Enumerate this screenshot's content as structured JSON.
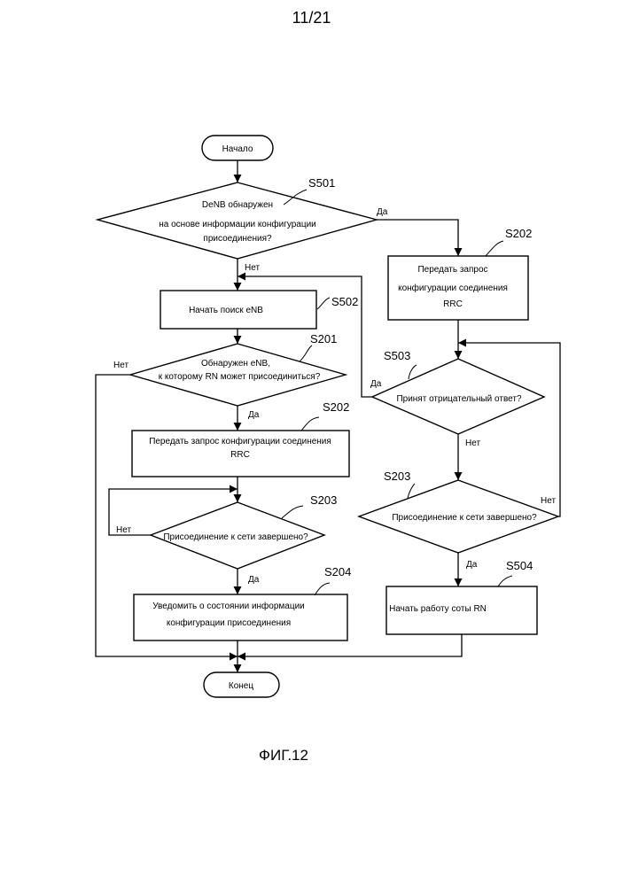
{
  "page_number": "11/21",
  "figure_caption": "ФИГ.12",
  "nodes": {
    "start": "Начало",
    "s501": {
      "label": "S501",
      "line1": "DeNB обнаружен",
      "line2": "на основе информации конфигурации",
      "line3": "присоединения?"
    },
    "s502": {
      "label": "S502",
      "text": "Начать поиск eNB"
    },
    "s201": {
      "label": "S201",
      "line1": "Обнаружен eNB,",
      "line2": "к которому RN может присоединиться?"
    },
    "s202_left": {
      "label": "S202",
      "line1": "Передать запрос конфигурации соединения",
      "line2": "RRC"
    },
    "s203_left": {
      "label": "S203",
      "text": "Присоединение к сети завершено?"
    },
    "s204": {
      "label": "S204",
      "line1": "Уведомить о состоянии информации",
      "line2": "конфигурации присоединения"
    },
    "end": "Конец",
    "s202_right": {
      "label": "S202",
      "line1": "Передать запрос",
      "line2": "конфигурации соединения",
      "line3": "RRC"
    },
    "s503": {
      "label": "S503",
      "text": "Принят отрицательный ответ?"
    },
    "s203_right": {
      "label": "S203",
      "text": "Присоединение к сети завершено?"
    },
    "s504": {
      "label": "S504",
      "text": "Начать работу соты RN"
    }
  },
  "branches": {
    "yes": "Да",
    "no": "Нет"
  }
}
